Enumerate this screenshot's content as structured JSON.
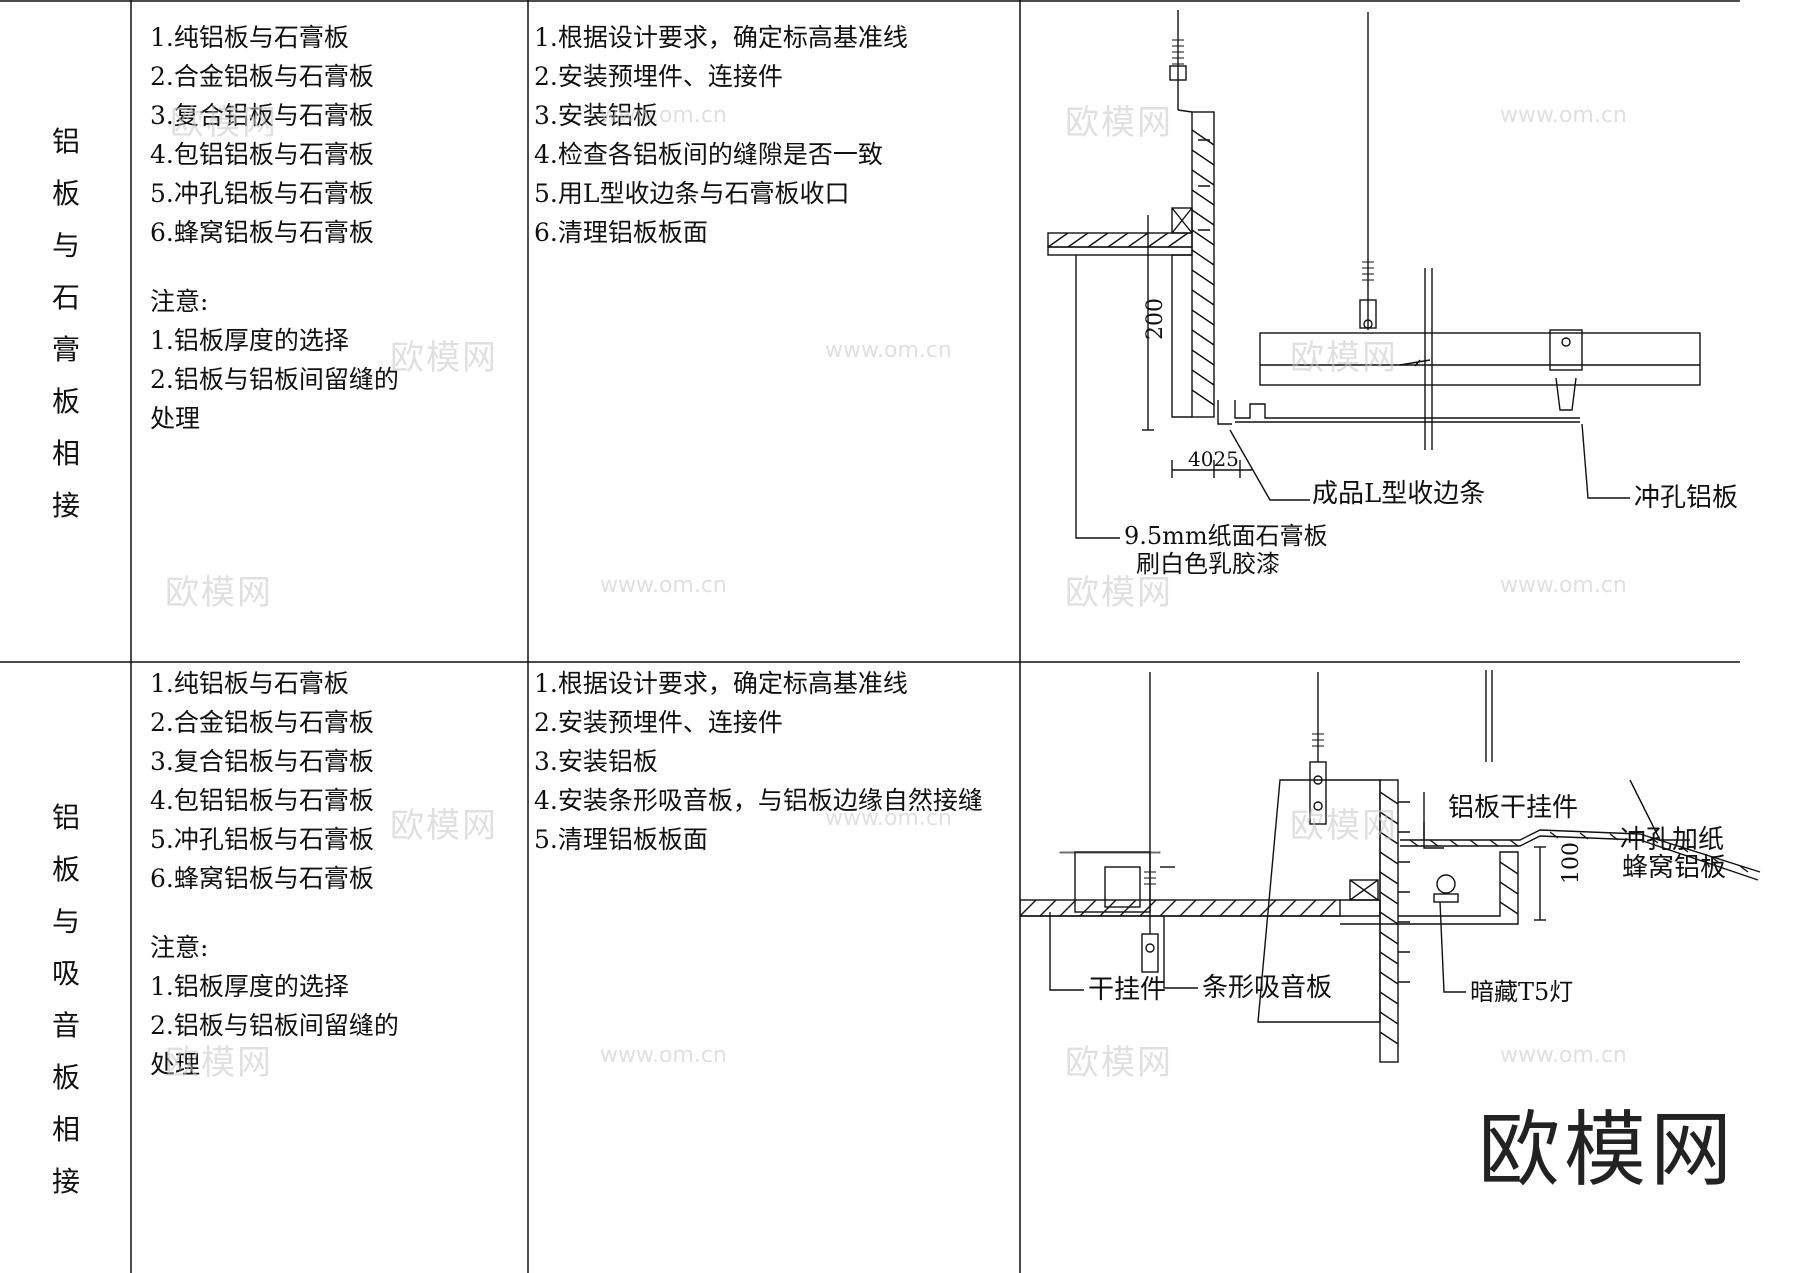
{
  "rows": [
    {
      "title_chars": [
        "铝",
        "板",
        "与",
        "石",
        "膏",
        "板",
        "相",
        "接"
      ],
      "materials": [
        "1.纯铝板与石膏板",
        "2.合金铝板与石膏板",
        "3.复合铝板与石膏板",
        "4.包铝铝板与石膏板",
        "5.冲孔铝板与石膏板",
        "6.蜂窝铝板与石膏板"
      ],
      "note_title": "注意:",
      "notes": [
        "1.铝板厚度的选择",
        "2.铝板与铝板间留缝的",
        "处理"
      ],
      "steps": [
        "1.根据设计要求，确定标高基准线",
        "2.安装预埋件、连接件",
        "3.安装铝板",
        "4.检查各铝板间的缝隙是否一致",
        "5.用L型收边条与石膏板收口",
        "6.清理铝板板面"
      ],
      "drawing": {
        "dimension_200": "200",
        "dimension_4025": "4025",
        "label_edge_strip": "成品L型收边条",
        "label_perforated": "冲孔铝板",
        "label_gypsum_1": "9.5mm纸面石膏板",
        "label_gypsum_2": "刷白色乳胶漆"
      }
    },
    {
      "title_chars": [
        "铝",
        "板",
        "与",
        "吸",
        "音",
        "板",
        "相",
        "接"
      ],
      "materials": [
        "1.纯铝板与石膏板",
        "2.合金铝板与石膏板",
        "3.复合铝板与石膏板",
        "4.包铝铝板与石膏板",
        "5.冲孔铝板与石膏板",
        "6.蜂窝铝板与石膏板"
      ],
      "note_title": "注意:",
      "notes": [
        "1.铝板厚度的选择",
        "2.铝板与铝板间留缝的",
        "处理"
      ],
      "steps": [
        "1.根据设计要求，确定标高基准线",
        "2.安装预埋件、连接件",
        "3.安装铝板",
        "4.安装条形吸音板，与铝板边缘自然接缝",
        "5.清理铝板板面"
      ],
      "drawing": {
        "label_dry_hang_alu": "铝板干挂件",
        "label_honeycomb_1": "冲孔加纸",
        "label_honeycomb_2": "蜂窝铝板",
        "dimension_100": "100",
        "label_dry_hang": "干挂件",
        "label_strip_board": "条形吸音板",
        "label_t_keel": "暗藏T5灯"
      }
    }
  ],
  "watermark": {
    "logo": "欧模网",
    "url": "www.om.cn"
  },
  "colors": {
    "line": "#111111",
    "watermark": "#c8c8c8",
    "background": "#ffffff"
  }
}
